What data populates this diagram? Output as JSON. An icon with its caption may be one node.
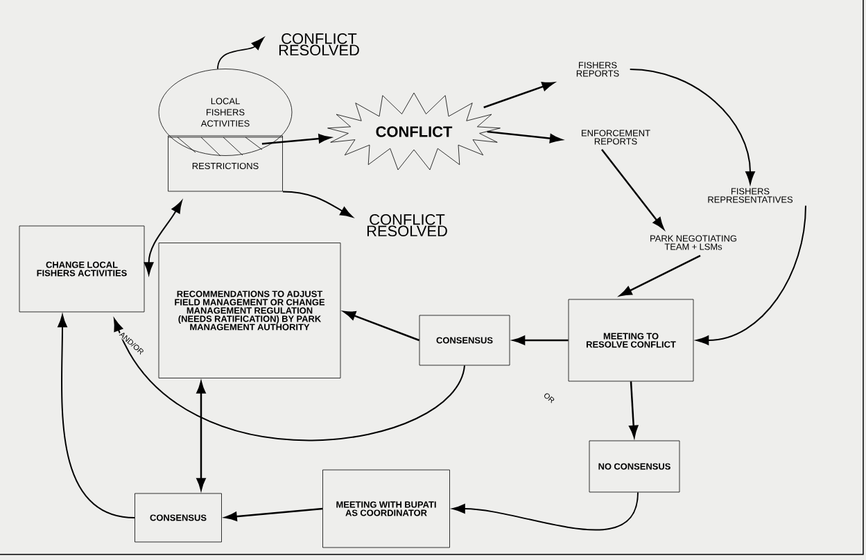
{
  "diagram": {
    "nodes": [
      {
        "text": [
          "LOCAL FISHERS ACTIVITIES"
        ]
      },
      {
        "text": [
          "RESTRICTIONS"
        ]
      },
      {
        "text": [
          "CONFLICT"
        ]
      },
      {
        "text": [
          "CONFLICT RESOLVED"
        ]
      },
      {
        "text": [
          "CONFLICT RESOLVED"
        ]
      },
      {
        "text": [
          "FISHERS REPORTS"
        ]
      },
      {
        "text": [
          "ENFORCEMENT REPORTS"
        ]
      },
      {
        "text": [
          "FISHERS REPRESENTATIVES"
        ]
      },
      {
        "text": [
          "PARK NEGOTIATING TEAM + LSMs"
        ]
      },
      {
        "text": [
          "MEETING TO RESOLVE CONFLICT"
        ]
      },
      {
        "text": [
          "CONSENSUS"
        ]
      },
      {
        "text": [
          "RECOMMENDATIONS TO ADJUST FIELD MANAGEMENT OR CHANGE MANAGEMENT REGULATION (NEEDS RATIFICATION) BY PARK MANAGEMENT AUTHORITY"
        ]
      },
      {
        "text": [
          "CHANGE LOCAL FISHERS ACTIVITIES"
        ]
      },
      {
        "text": [
          "NO CONSENSUS"
        ]
      },
      {
        "text": [
          "MEETING WITH BUPATI AS COORDINATOR"
        ]
      },
      {
        "text": [
          "CONSENSUS"
        ]
      }
    ],
    "edges": [
      {
        "from": 0,
        "to": 3,
        "arrow": "to"
      },
      {
        "from": 1,
        "to": 2,
        "arrow": "to"
      },
      {
        "from": 1,
        "to": 4,
        "arrow": "to"
      },
      {
        "from": 2,
        "to": 5,
        "arrow": "to"
      },
      {
        "from": 2,
        "to": 6,
        "arrow": "to"
      },
      {
        "from": 5,
        "to": 7,
        "arrow": "to"
      },
      {
        "from": 6,
        "to": 8,
        "arrow": "to"
      },
      {
        "from": 7,
        "to": 9,
        "arrow": "to"
      },
      {
        "from": 8,
        "to": 9,
        "arrow": "to"
      },
      {
        "from": 9,
        "to": 10,
        "arrow": "to"
      },
      {
        "from": 9,
        "to": 13,
        "arrow": "to"
      },
      {
        "from": 10,
        "to": 11,
        "arrow": "to"
      },
      {
        "from": 10,
        "to": 12,
        "arrow": "to",
        "label": "AND/OR"
      },
      {
        "from": 13,
        "to": 14,
        "arrow": "to"
      },
      {
        "from": 14,
        "to": 15,
        "arrow": "to"
      },
      {
        "from": 15,
        "to": 12,
        "arrow": "to"
      },
      {
        "from": 15,
        "to": 11,
        "arrow": "both"
      },
      {
        "from": 1,
        "to": 11,
        "arrow": "both"
      }
    ],
    "labels": [
      "OR"
    ]
  }
}
